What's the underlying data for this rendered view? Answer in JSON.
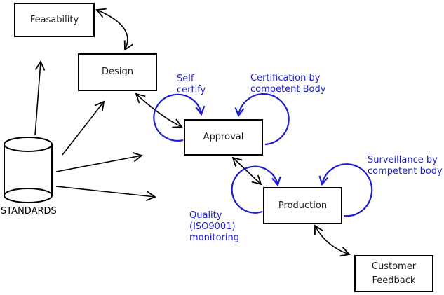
{
  "diagram": {
    "nodes": {
      "feasability": {
        "label": "Feasability"
      },
      "design": {
        "label": "Design"
      },
      "approval": {
        "label": "Approval"
      },
      "production": {
        "label": "Production"
      },
      "customer_feedback": {
        "label": "Customer\nFeedback"
      },
      "standards": {
        "label": "STANDARDS"
      }
    },
    "annotations": {
      "self_certify": "Self\ncertify",
      "certification": "Certification by\ncompetent Body",
      "surveillance": "Surveillance by\ncompetent body",
      "quality": "Quality\n(ISO9001)\nmonitoring"
    },
    "connectors": [
      "feasability-design (double arrow)",
      "design-approval (double arrow)",
      "approval-production (double arrow)",
      "production-customer-feedback (double arrow)",
      "standards-to-feasability",
      "standards-to-design",
      "standards-to-approval",
      "standards-to-production",
      "self-certify-loop-approval",
      "certification-loop-approval",
      "quality-loop-production",
      "surveillance-loop-production"
    ],
    "colors": {
      "annotation_blue": "#1e1ecc",
      "line_black": "#000000",
      "background": "#ffffff"
    }
  }
}
